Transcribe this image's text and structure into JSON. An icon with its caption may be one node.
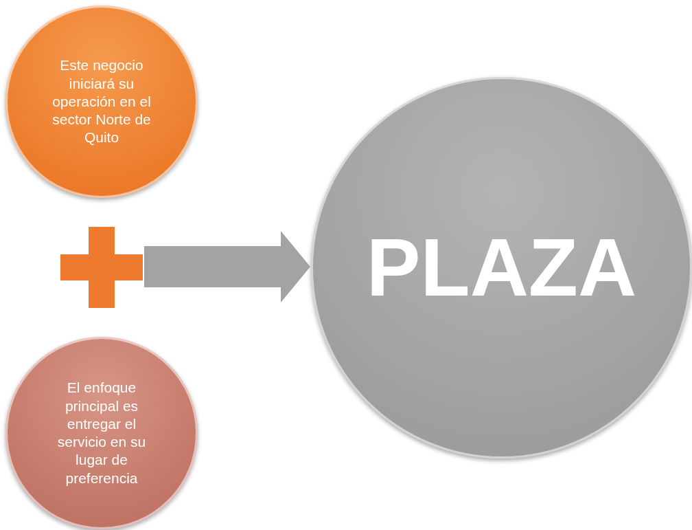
{
  "diagram": {
    "nodes": [
      {
        "text": [
          "Este negocio iniciará su operación en el sector Norte de Quito"
        ]
      },
      {
        "text": [],
        "shape": "plus"
      },
      {
        "text": [
          "El enfoque principal es entregar el servicio en su lugar de preferencia"
        ]
      },
      {
        "text": [
          "PLAZA"
        ]
      }
    ],
    "edges": [
      {
        "from": 1,
        "to": 3,
        "arrow": "to"
      }
    ]
  }
}
